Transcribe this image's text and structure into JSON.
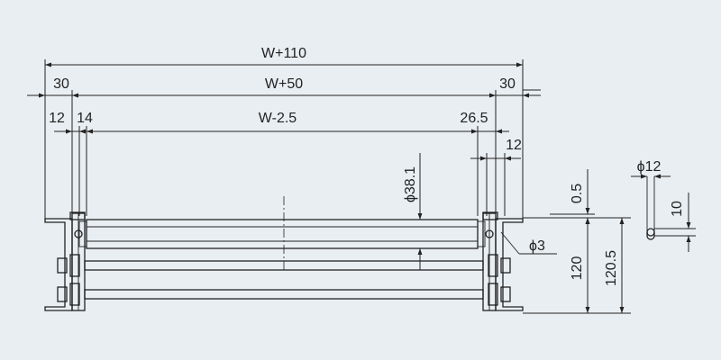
{
  "diagram": {
    "background_color": "#e9eef2",
    "line_color": "#222222",
    "roller_color": "#f4f6f8",
    "dimensions": {
      "overall_width": "W+110",
      "side_left": "30",
      "inner_width": "W+50",
      "side_right": "30",
      "left_gap": "12",
      "left_offset": "14",
      "roller_length": "W-2.5",
      "right_offset": "26.5",
      "right_gap": "12",
      "roller_diameter": "ϕ38.1",
      "shaft_diameter": "ϕ3",
      "top_offset": "0.5",
      "frame_height": "120",
      "total_height": "120.5",
      "hole_diameter": "ϕ12",
      "hole_offset": "10"
    }
  }
}
